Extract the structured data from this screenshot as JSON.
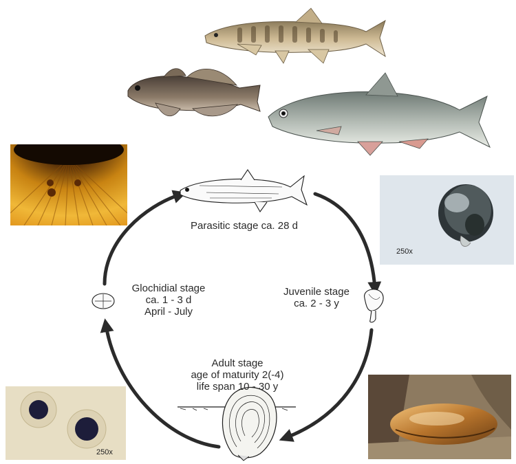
{
  "stages": {
    "parasitic": {
      "line1": "Parasitic stage ca. 28 d"
    },
    "glochidial": {
      "line1": "Glochidial stage",
      "line2": "ca. 1 - 3 d",
      "line3": "April - July"
    },
    "juvenile": {
      "line1": "Juvenile stage",
      "line2": "ca. 2 - 3 y"
    },
    "adult": {
      "line1": "Adult stage",
      "line2": "age of maturity 2(-4)",
      "line3": "life span 10 - 30 y"
    }
  },
  "photos": {
    "juvenile_micro": {
      "magnification": "250x"
    },
    "glochidia_micro": {
      "magnification": "250x"
    }
  },
  "colors": {
    "arrow": "#2b2b2b",
    "fish_body": "#c9b48f",
    "fish_chub": "#a9b2aa",
    "sculpin": "#7d6e5f"
  }
}
